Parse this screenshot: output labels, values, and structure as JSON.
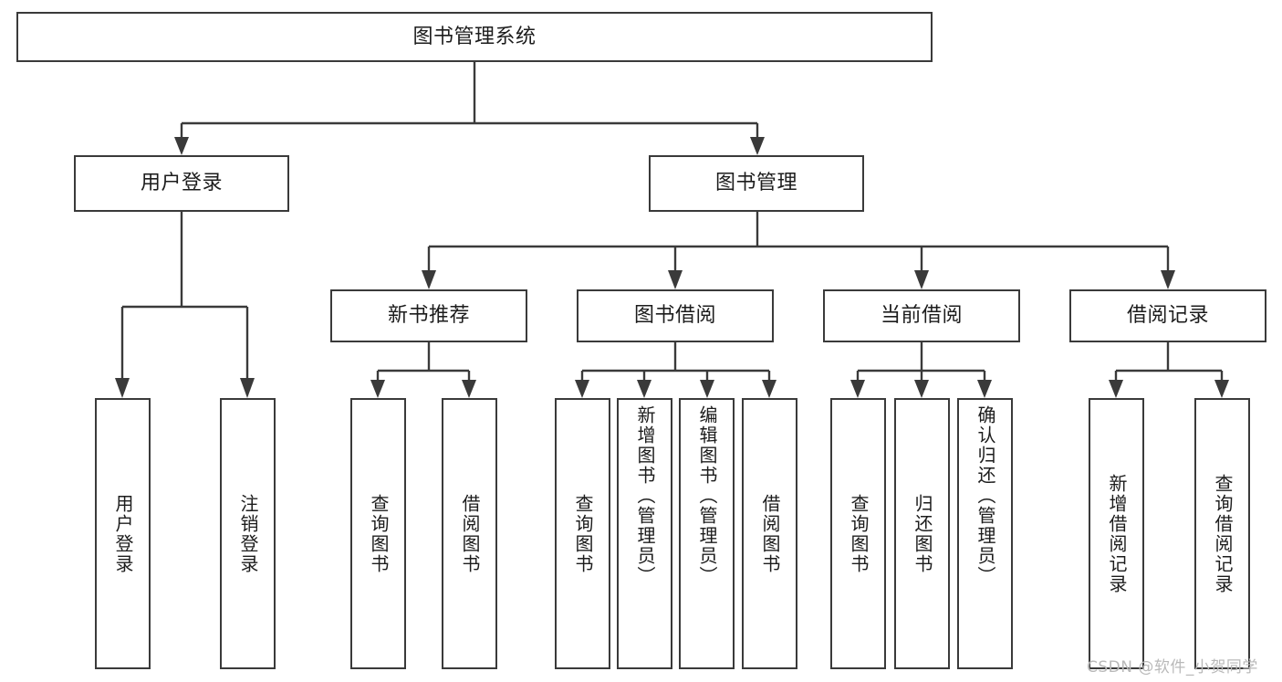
{
  "diagram": {
    "title": "图书管理系统",
    "type": "tree-hierarchy-chart",
    "root": {
      "label": "图书管理系统"
    },
    "level2": [
      {
        "label": "用户登录"
      },
      {
        "label": "图书管理"
      }
    ],
    "level3": [
      {
        "label": "新书推荐"
      },
      {
        "label": "图书借阅"
      },
      {
        "label": "当前借阅"
      },
      {
        "label": "借阅记录"
      }
    ],
    "leaves_user_login": [
      {
        "label": "用户登录"
      },
      {
        "label": "注销登录"
      }
    ],
    "leaves_new_book": [
      {
        "label": "查询图书"
      },
      {
        "label": "借阅图书"
      }
    ],
    "leaves_borrow": [
      {
        "label": "查询图书"
      },
      {
        "label": "新增图书（管理员）"
      },
      {
        "label": "编辑图书（管理员）"
      },
      {
        "label": "借阅图书"
      }
    ],
    "leaves_current": [
      {
        "label": "查询图书"
      },
      {
        "label": "归还图书"
      },
      {
        "label": "确认归还（管理员）"
      }
    ],
    "leaves_record": [
      {
        "label": "新增借阅记录"
      },
      {
        "label": "查询借阅记录"
      }
    ]
  },
  "watermark": {
    "text": "CSDN @软件_小贺同学"
  },
  "colors": {
    "stroke": "#3a3a3a",
    "text": "#1c1c1c",
    "background": "#ffffff",
    "watermark": "#b9b9b9"
  }
}
